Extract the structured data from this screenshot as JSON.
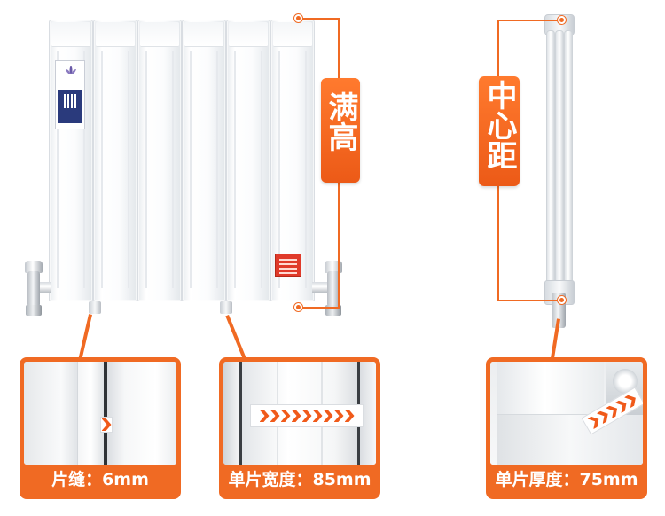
{
  "labels": {
    "full_height": "满高",
    "center_distance": "中心距"
  },
  "captions": {
    "gap": "片缝：6mm",
    "width": "单片宽度：85mm",
    "thickness": "单片厚度：75mm"
  },
  "colors": {
    "accent": "#f06a23",
    "radiator": "#f7f8f9",
    "badge": "#2a3a7c",
    "warning_tag": "#e03a2a"
  },
  "counts": {
    "fins": 6,
    "width_chevrons": 9,
    "gap_chevrons": 1,
    "thickness_chevrons": 5
  }
}
